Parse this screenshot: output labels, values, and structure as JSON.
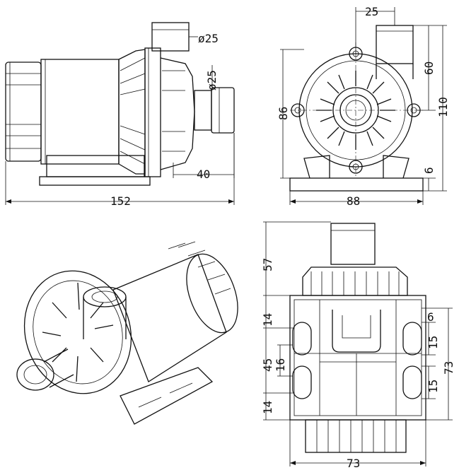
{
  "views": {
    "side": {
      "length_total": "152",
      "outlet_diameter": "ø25",
      "inlet_diameter": "ø25",
      "inlet_length": "40"
    },
    "front": {
      "outlet_offset": "25",
      "overall_height": "110",
      "body_height": "86",
      "outlet_height": "60",
      "base_thickness": "6",
      "base_width": "88"
    },
    "bottom": {
      "top_height": "57",
      "slot_top": "14",
      "slot_pitch": "45",
      "slot_inner": "16",
      "slot_bottom": "14",
      "edge_offset": "6",
      "slot_len_upper": "15",
      "slot_len_lower": "15",
      "base_depth": "73",
      "base_width": "73"
    }
  }
}
